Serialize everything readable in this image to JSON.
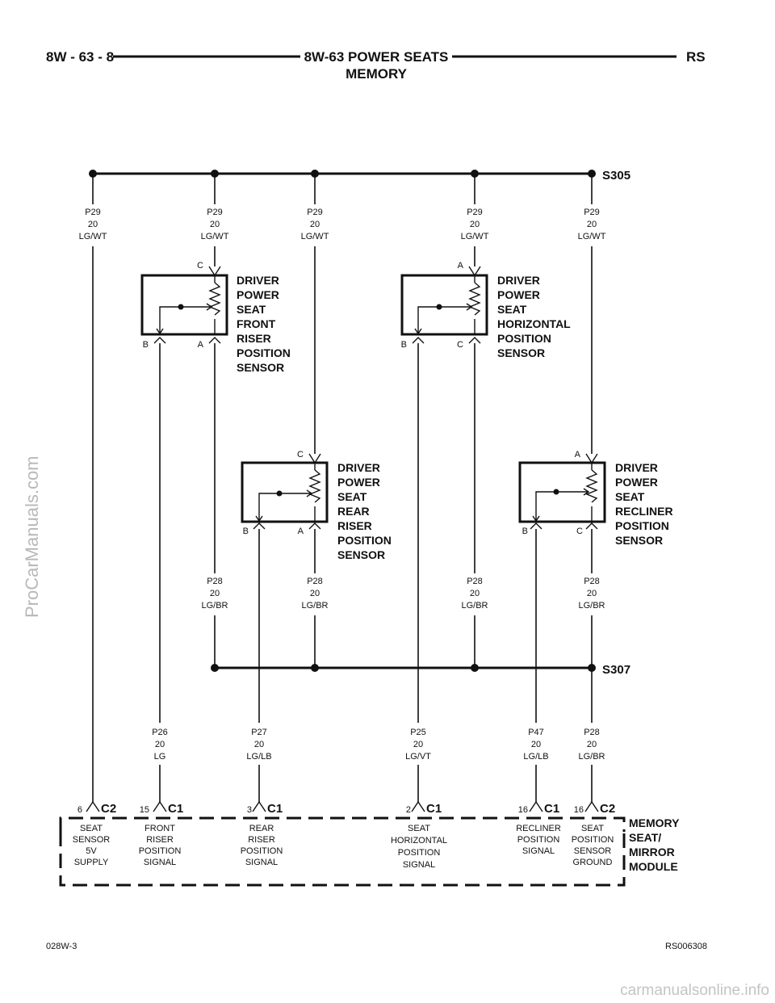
{
  "header": {
    "page": "8W - 63 - 8",
    "title_line1": "8W-63 POWER SEATS",
    "title_line2": "MEMORY",
    "code": "RS"
  },
  "splices": {
    "top": "S305",
    "bottom": "S307"
  },
  "top_wires": [
    {
      "circuit": "P29",
      "gauge": "20",
      "color": "LG/WT"
    },
    {
      "circuit": "P29",
      "gauge": "20",
      "color": "LG/WT"
    },
    {
      "circuit": "P29",
      "gauge": "20",
      "color": "LG/WT"
    },
    {
      "circuit": "P29",
      "gauge": "20",
      "color": "LG/WT"
    },
    {
      "circuit": "P29",
      "gauge": "20",
      "color": "LG/WT"
    }
  ],
  "mid_wires": [
    {
      "circuit": "P28",
      "gauge": "20",
      "color": "LG/BR"
    },
    {
      "circuit": "P28",
      "gauge": "20",
      "color": "LG/BR"
    },
    {
      "circuit": "P28",
      "gauge": "20",
      "color": "LG/BR"
    },
    {
      "circuit": "P28",
      "gauge": "20",
      "color": "LG/BR"
    }
  ],
  "bottom_wires": [
    {
      "circuit": "P26",
      "gauge": "20",
      "color": "LG"
    },
    {
      "circuit": "P27",
      "gauge": "20",
      "color": "LG/LB"
    },
    {
      "circuit": "P25",
      "gauge": "20",
      "color": "LG/VT"
    },
    {
      "circuit": "P47",
      "gauge": "20",
      "color": "LG/LB"
    },
    {
      "circuit": "P28",
      "gauge": "20",
      "color": "LG/BR"
    }
  ],
  "sensors": [
    {
      "name": [
        "DRIVER",
        "POWER",
        "SEAT",
        "FRONT",
        "RISER",
        "POSITION",
        "SENSOR"
      ],
      "top_pin": "C",
      "left_pin": "B",
      "right_pin": "A"
    },
    {
      "name": [
        "DRIVER",
        "POWER",
        "SEAT",
        "HORIZONTAL",
        "POSITION",
        "SENSOR"
      ],
      "top_pin": "A",
      "left_pin": "B",
      "right_pin": "C"
    },
    {
      "name": [
        "DRIVER",
        "POWER",
        "SEAT",
        "REAR",
        "RISER",
        "POSITION",
        "SENSOR"
      ],
      "top_pin": "C",
      "left_pin": "B",
      "right_pin": "A"
    },
    {
      "name": [
        "DRIVER",
        "POWER",
        "SEAT",
        "RECLINER",
        "POSITION",
        "SENSOR"
      ],
      "top_pin": "A",
      "left_pin": "B",
      "right_pin": "C"
    }
  ],
  "module": {
    "name": [
      "MEMORY",
      "SEAT/",
      "MIRROR",
      "MODULE"
    ],
    "pins": [
      {
        "pin": "6",
        "connector": "C2",
        "signal": [
          "SEAT",
          "SENSOR",
          "5V",
          "SUPPLY"
        ]
      },
      {
        "pin": "15",
        "connector": "C1",
        "signal": [
          "FRONT",
          "RISER",
          "POSITION",
          "SIGNAL"
        ]
      },
      {
        "pin": "3",
        "connector": "C1",
        "signal": [
          "REAR",
          "RISER",
          "POSITION",
          "SIGNAL"
        ]
      },
      {
        "pin": "2",
        "connector": "C1",
        "signal": [
          "SEAT",
          "HORIZONTAL",
          "POSITION",
          "SIGNAL"
        ]
      },
      {
        "pin": "16",
        "connector": "C1",
        "signal": [
          "RECLINER",
          "POSITION",
          "SIGNAL"
        ]
      },
      {
        "pin": "16",
        "connector": "C2",
        "signal": [
          "SEAT",
          "POSITION",
          "SENSOR",
          "GROUND"
        ]
      }
    ]
  },
  "footer": {
    "left": "028W-3",
    "right": "RS006308"
  },
  "watermarks": {
    "side": "ProCarManuals.com",
    "bottom": "carmanualsonline.info"
  }
}
